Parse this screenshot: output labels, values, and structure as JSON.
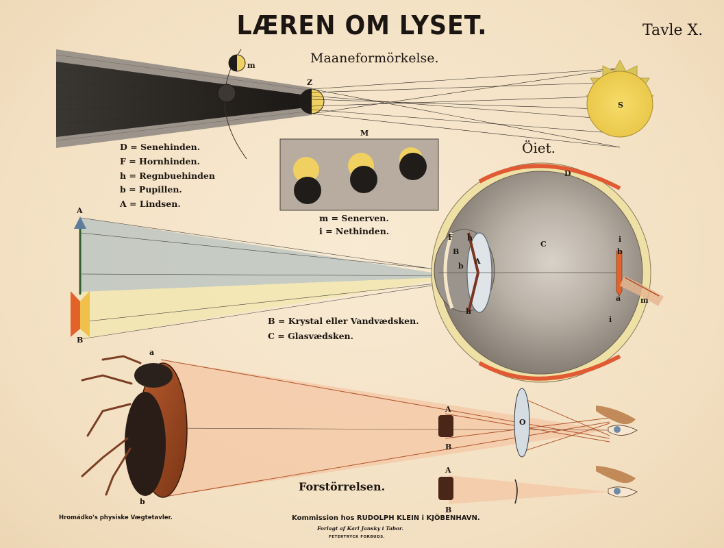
{
  "title": "LÆREN OM LYSET.",
  "plate_number": "Tavle X.",
  "sections": {
    "eclipse": "Maaneformörkelse.",
    "eye": "Öiet.",
    "magnification": "Forstörrelsen."
  },
  "eye_legend_left": [
    "D = Senehinden.",
    "F = Hornhinden.",
    "h = Regnbuehinden",
    "b = Pupillen.",
    "A = Lindsen."
  ],
  "eye_legend_middle": [
    "m = Senerven.",
    "i = Nethinden."
  ],
  "eye_legend_lower": [
    "B = Krystal eller Vandvædsken.",
    "C = Glasvædsken."
  ],
  "labels": {
    "moon": "m",
    "earth": "Z",
    "sun": "S",
    "phases": "M",
    "arrow_top": "A",
    "arrow_bottom": "B",
    "sclera": "D",
    "cornea": "F",
    "iris_top": "h",
    "iris_bottom": "h",
    "aqueous": "B",
    "pupil": "b",
    "lens": "A",
    "vitreous": "C",
    "retina_top": "i",
    "retina_bottom": "i",
    "image_top": "b",
    "image_bottom": "a",
    "optic_nerve": "m",
    "beetle_top": "a",
    "beetle_bottom": "b",
    "small_top_1": "A",
    "small_bottom_1": "B",
    "convex_lens": "O",
    "small_top_2": "A",
    "small_bottom_2": "B"
  },
  "footer": {
    "publisher_left": "Hromádko's physiske Vægtetavler.",
    "commission": "Kommission hos RUDOLPH KLEIN i KJÖBENHAVN.",
    "publisher": "Forlagt af Karl Jansky i Tabor.",
    "printer": "FETERTRYCK FORBUDS."
  }
}
